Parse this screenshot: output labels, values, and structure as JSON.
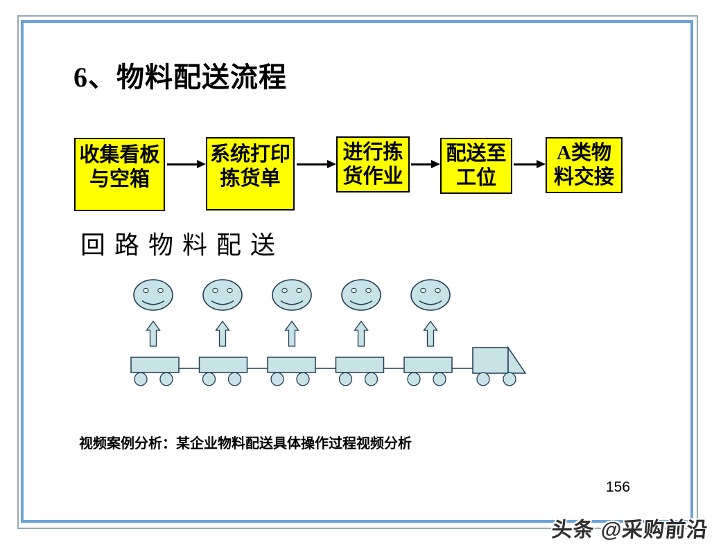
{
  "slide": {
    "title": "6、物料配送流程",
    "page_number": "156",
    "watermark": "头条 @采购前沿",
    "colors": {
      "border_inner": "#6BA4D6",
      "border_outer": "#97A9B4",
      "box_fill": "#FFFF00",
      "box_border": "#000000",
      "diagram_fill": "#C8E3E5",
      "diagram_stroke": "#1E3A54"
    }
  },
  "flowchart": {
    "steps": [
      {
        "lines": [
          "收集看板",
          "与空箱"
        ]
      },
      {
        "lines": [
          "系统打印",
          "拣货单"
        ]
      },
      {
        "lines": [
          "进行拣",
          "货作业"
        ]
      },
      {
        "lines": [
          "配送至",
          "工位"
        ]
      },
      {
        "lines": [
          "A类物",
          "料交接"
        ]
      }
    ]
  },
  "loop_section": {
    "heading": "回路物料配送",
    "diagram": {
      "type": "tow-train-delivery",
      "station_count": 5,
      "cart_count": 5
    }
  },
  "footer": {
    "note": "视频案例分析：某企业物料配送具体操作过程视频分析"
  }
}
